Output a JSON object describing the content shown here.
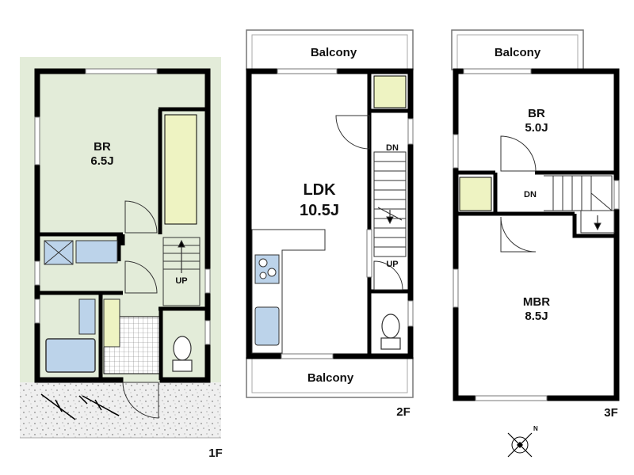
{
  "colors": {
    "wall": "#000000",
    "garden": "#e3ecd9",
    "pavement": "#eeeeee",
    "closet_fill": "#eef3c2",
    "water_fill": "#bcd3ea",
    "window": "#888888"
  },
  "floor_1f": {
    "floor_label": "1F",
    "bedroom_name": "BR",
    "bedroom_size": "6.5J",
    "stairs_up": "UP"
  },
  "floor_2f": {
    "floor_label": "2F",
    "ldk_name": "LDK",
    "ldk_size": "10.5J",
    "balcony_top": "Balcony",
    "balcony_bottom": "Balcony",
    "stairs_down": "DN",
    "stairs_up": "UP"
  },
  "floor_3f": {
    "floor_label": "3F",
    "balcony": "Balcony",
    "bedroom_name": "BR",
    "bedroom_size": "5.0J",
    "master_name": "MBR",
    "master_size": "8.5J",
    "stairs_down": "DN"
  },
  "compass": {
    "north_mark": "N",
    "icon": "compass-rose-icon"
  }
}
